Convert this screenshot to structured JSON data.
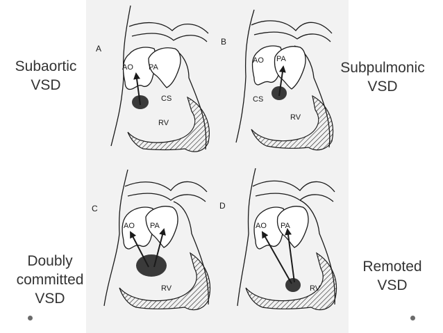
{
  "slide": {
    "captions": {
      "a": [
        "Subaortic",
        "VSD"
      ],
      "b": [
        "Subpulmonic",
        "VSD"
      ],
      "c": [
        "Doubly",
        "committed",
        "VSD"
      ],
      "d": [
        "Remoted",
        "VSD"
      ]
    }
  },
  "panels": {
    "a": {
      "letter": "A",
      "ao": "AO",
      "pa": "PA",
      "cs": "CS",
      "rv": "RV"
    },
    "b": {
      "letter": "B",
      "ao": "AO",
      "pa": "PA",
      "cs": "CS",
      "rv": "RV"
    },
    "c": {
      "letter": "C",
      "ao": "AO",
      "pa": "PA",
      "rv": "RV"
    },
    "d": {
      "letter": "D",
      "ao": "AO",
      "pa": "PA",
      "rv": "RV"
    }
  },
  "colors": {
    "background": "#ffffff",
    "panel": "#f2f2f2",
    "line": "#1a1a1a",
    "vsd": "#3a3a3a",
    "caption": "#333333",
    "dot": "#6b6b6b"
  }
}
